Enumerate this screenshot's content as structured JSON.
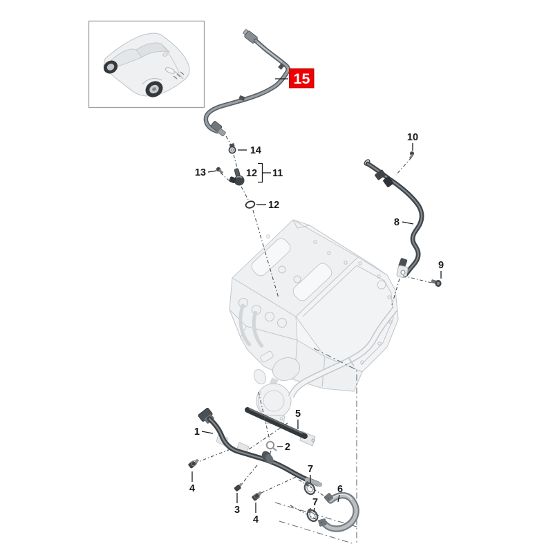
{
  "page": {
    "background_color": "#ffffff"
  },
  "highlight": {
    "box_color": "#ee0100",
    "text_color": "#ffffff"
  },
  "callouts": {
    "p1": "1",
    "p2": "2",
    "p3": "3",
    "p4a": "4",
    "p4b": "4",
    "p5": "5",
    "p6": "6",
    "p7a": "7",
    "p7b": "7",
    "p8": "8",
    "p9": "9",
    "p10": "10",
    "p11": "11",
    "p12a": "12",
    "p12b": "12",
    "p13": "13",
    "p14": "14",
    "p15": "15"
  }
}
